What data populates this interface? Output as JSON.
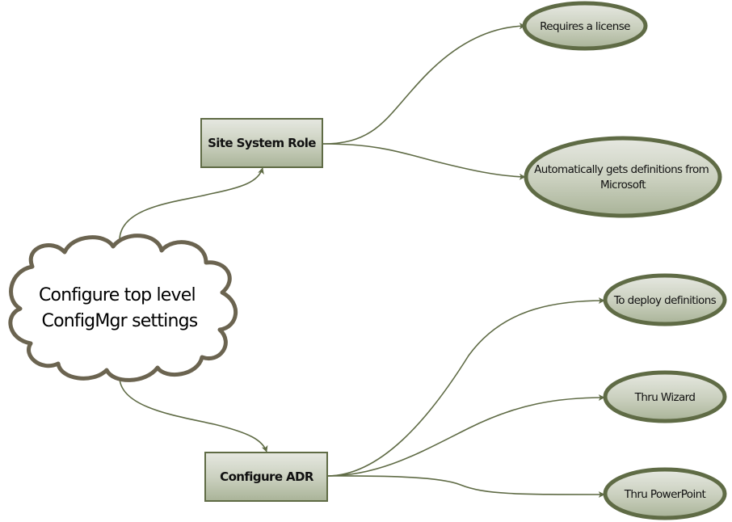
{
  "colors": {
    "node_border": "#5f6b45",
    "node_fill_top": "#e6e8e1",
    "node_fill_bottom": "#a9b398",
    "connector": "#5f6b45",
    "cloud_border": "#6b6450",
    "cloud_fill": "#ffffff",
    "text": "#111111"
  },
  "root": {
    "shape": "cloud",
    "lines": [
      "Configure top level",
      "ConfigMgr settings"
    ]
  },
  "branches": [
    {
      "id": "site-system-role",
      "label": "Site System Role",
      "children": [
        {
          "id": "requires-license",
          "lines": [
            "Requires a license"
          ]
        },
        {
          "id": "auto-definitions",
          "lines": [
            "Automatically gets definitions from",
            "Microsoft"
          ]
        }
      ]
    },
    {
      "id": "configure-adr",
      "label": "Configure ADR",
      "children": [
        {
          "id": "deploy-definitions",
          "lines": [
            "To deploy definitions"
          ]
        },
        {
          "id": "thru-wizard",
          "lines": [
            "Thru Wizard"
          ]
        },
        {
          "id": "thru-powerpoint",
          "lines": [
            "Thru PowerPoint"
          ]
        }
      ]
    }
  ],
  "edges": [
    {
      "from": "root",
      "to": "site-system-role"
    },
    {
      "from": "root",
      "to": "configure-adr"
    },
    {
      "from": "site-system-role",
      "to": "requires-license"
    },
    {
      "from": "site-system-role",
      "to": "auto-definitions"
    },
    {
      "from": "configure-adr",
      "to": "deploy-definitions"
    },
    {
      "from": "configure-adr",
      "to": "thru-wizard"
    },
    {
      "from": "configure-adr",
      "to": "thru-powerpoint"
    }
  ]
}
